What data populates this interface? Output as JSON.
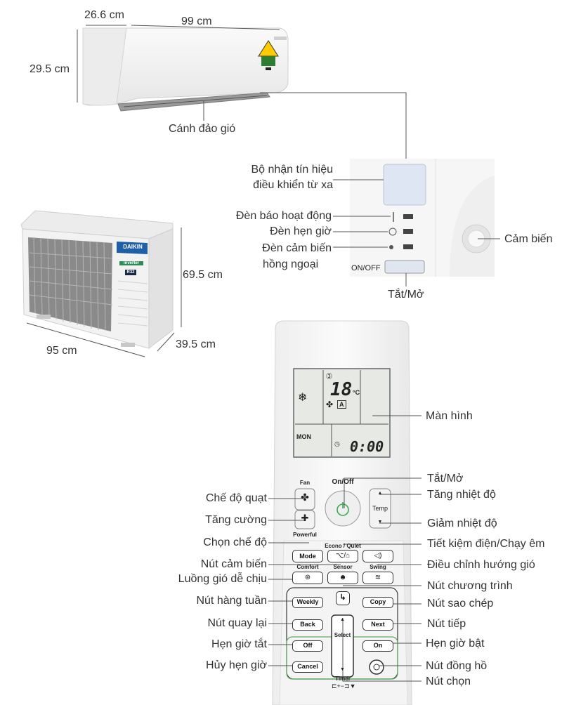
{
  "dimensions": {
    "depth_indoor": "26.6 cm",
    "width_indoor": "99 cm",
    "height_indoor": "29.5 cm",
    "height_outdoor": "69.5 cm",
    "width_outdoor": "95 cm",
    "depth_outdoor": "39.5 cm"
  },
  "indoor_labels": {
    "louver": "Cánh đảo gió",
    "receiver_1": "Bộ nhận tín hiệu",
    "receiver_2": "điều khiển từ xa",
    "operation_lamp": "Đèn báo hoạt động",
    "timer_lamp": "Đèn hẹn giờ",
    "sensor_lamp_1": "Đèn cảm biến",
    "sensor_lamp_2": "hồng ngoại",
    "sensor": "Cảm biến",
    "on_off_switch": "Tắt/Mở",
    "panel_onoff_text": "ON/OFF"
  },
  "outdoor_unit": {
    "brand": "DAIKIN",
    "gas_badge": "R32",
    "tag": "inverter"
  },
  "remote_display": {
    "temperature": "18",
    "unit": "°C",
    "fan_mode": "A",
    "day": "MON",
    "time": "0:00"
  },
  "remote_buttons": {
    "fan": "Fan",
    "on_off": "On/Off",
    "temp": "Temp",
    "powerful": "Powerful",
    "mode": "Mode",
    "econo_quiet": "Econo / Quiet",
    "comfort": "Comfort",
    "sensor": "Sensor",
    "swing": "Swing",
    "weekly": "Weekly",
    "copy": "Copy",
    "back": "Back",
    "next": "Next",
    "select": "Select",
    "off": "Off",
    "on": "On",
    "cancel": "Cancel",
    "timer": "Timer"
  },
  "remote_labels_left": {
    "fan_mode": "Chế độ quạt",
    "powerful": "Tăng cường",
    "mode": "Chọn chế độ",
    "sensor": "Nút cảm biến",
    "comfort": "Luồng gió dễ chịu",
    "weekly": "Nút hàng tuần",
    "back": "Nút quay lại",
    "off_timer": "Hẹn giờ tắt",
    "cancel_timer": "Hủy hẹn giờ"
  },
  "remote_labels_right": {
    "screen": "Màn hình",
    "on_off": "Tắt/Mở",
    "temp_up": "Tăng nhiệt độ",
    "temp_down": "Giảm nhiệt độ",
    "econo": "Tiết kiệm điện/Chạy êm",
    "swing": "Điều chỉnh hướng gió",
    "program": "Nút chương trình",
    "copy": "Nút sao chép",
    "next": "Nút tiếp",
    "on_timer": "Hẹn giờ bật",
    "clock": "Nút đồng hồ",
    "select": "Nút chọn"
  }
}
